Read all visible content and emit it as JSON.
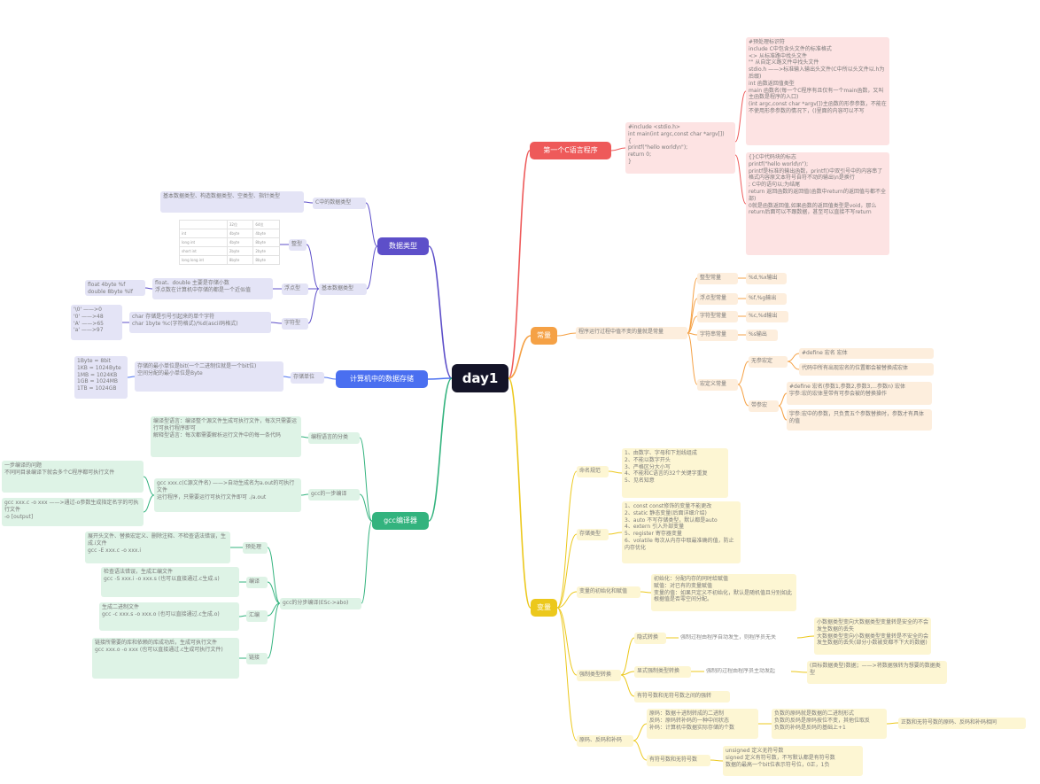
{
  "center": "day1",
  "colors": {
    "red": "#ee5a5a",
    "orange": "#f5a145",
    "yellow": "#ecc81c",
    "purple": "#5d4fc9",
    "blue": "#4a6ff0",
    "green": "#33b37e",
    "center_bg": "#141428"
  },
  "branches": {
    "first_program": "第一个C语言程序",
    "constants": "常量",
    "variables": "变量",
    "data_types": "数据类型",
    "storage": "计算机中的数据存储",
    "gcc": "gcc编译器"
  },
  "first_program": {
    "code": "#include <stdio.h>\nint main(int argc,const char *argv[])\n{\n    printf(\"hello world\\n\");\n    return 0;\n}",
    "note1": "#预处理标识符\ninclude C中包含头文件的标准格式\n<> 从标准路中找头文件\n\"\" 从自定义路文件中找头文件\nstdio.h ——>标准输入输出头文件(C中所以头文件以.h为后缀)\nint 函数返回值类型\nmain 函数名(每一个C程序有且仅有一个main函数，又叫主函数是程序的入口)\n(int argc,const char *argv[])主函数的形参参数，不能在不使用形参参数的情况下，()里面的内容可以不写",
    "note2": "{}C中代码块的标志\nprintf(\"hello world\\n\");\nprintf是标准的输出函数，printf()中双引号中的内容串了格式内容原文本符号自符不动的输出\\n是换行\n; C中的语句以;为结尾\nreturn 返回函数的返回值(函数中return的返回值与都不全部)\n0就是函数返回值,如果函数的返回值类型是void，那么return后面可以不跟数据，甚至可以直接不写return"
  },
  "constants": {
    "definition": "程序运行过程中值不变的量就是常量",
    "items": [
      {
        "label": "整型常量",
        "value": "%d,%x输出"
      },
      {
        "label": "浮点型常量",
        "value": "%f,%g输出"
      },
      {
        "label": "字符型常量",
        "value": "%c,%d输出"
      },
      {
        "label": "字符串常量",
        "value": "%s输出"
      }
    ],
    "macro": {
      "label": "宏定义常量",
      "no_param": {
        "label": "无参宏定",
        "def": "#define 宏名 宏体",
        "desc": "代码中所有出现宏名的位置都会被替换成宏体"
      },
      "with_param": {
        "label": "带参宏",
        "def": "#define 宏名(参数1,参数2,参数3,...参数n)  宏体\n宇参:宏的宏体里带有可参会被的替换操作",
        "desc": "宇参:宏中的参数，只负责五个参数替换时，参数才有具体的值"
      }
    }
  },
  "variables": {
    "naming": {
      "label": "命名规范",
      "text": "1、由数字、字母和下划线组成\n2、不能以数字开头\n3、严格区分大小写\n4、不能和C语言的32个关键字重复\n5、见名知意"
    },
    "storage_class": {
      "label": "存储类型",
      "text": "1、const     const修饰的变量不能更改\n2、static    静态变量(后面详细介绍)\n3、auto       不写存储类型，默认都是auto\n4、extern      引入外部变量\n5、register    寄存器变量\n6、volatile   每次从内存中取最准确的值，防止内存优化"
    },
    "init": {
      "label": "变量的初始化和赋值",
      "text": "初始化：分配内存的同时给赋值\n赋值：对已有的变量赋值\n变量的值：如果只定义不初始化，默认是随机值且分别如此根据值是否零空间分配。"
    },
    "conversion": {
      "label": "强制类型转换",
      "implicit": {
        "label": "隐式转换",
        "desc": "强制过程由程序自动发生，则程序员无关",
        "note": "小数据类型变向大数据类型变量转是安全的不会发生数据的丢失\n大数据类型变向小数据类型变量转是不安全的会发生数据的丢失(部分小数被变都不下大的数据)"
      },
      "explicit": {
        "label": "显式强制类型转换",
        "desc": "强制的过程由程序员主动发起",
        "note": "(目标数据类型)数据；——>将数据强转为想要的数据类型"
      },
      "signed": "有符号数和无符号数之间的强转"
    },
    "codes": {
      "label": "原码、反码和补码",
      "text": "原码：数据十进制转成的二进制\n反码：原码转补码的一种中间状态\n补码：计算机中数据实际存储的个数",
      "note": "负数的原码就是数据的二进制形式\n负数的反码是原码按位不变，其他位取反\n负数的补码是反码的基础上+1",
      "sub": "正数和无符号数的原码、反码和补码相同",
      "signed_label": "有符号数和无符号数",
      "signed_text": "unsigned 定义无符号数\nsigned 定义有符号数，不写默认都是有符号数\n数据的最高一个bit位表示符号位，0正，1负"
    }
  },
  "data_types": {
    "c_types": {
      "label": "C中的数据类型",
      "text": "基本数据类型、构造数据类型、空类型、指针类型"
    },
    "basic": {
      "label": "基本数据类型",
      "integer": {
        "label": "整型",
        "table": [
          [
            "",
            "32位",
            "64位"
          ],
          [
            "int",
            "4byte",
            "4byte"
          ],
          [
            "long int",
            "4byte",
            "8byte"
          ],
          [
            "short int",
            "2byte",
            "2byte"
          ],
          [
            "long long int",
            "8byte",
            "8byte"
          ]
        ]
      },
      "float": {
        "label": "浮点型",
        "text": "float、double 主要是存储小数\n浮点数在计算机中存储的都是一个近似值",
        "side": "float  4byte  %f\ndouble  8byte  %lf"
      },
      "char": {
        "label": "字符型",
        "text": "char  存储是引号引起来的单个字符\nchar     1byte     %c(字符格式)/%d(ascii码格式)",
        "side": "'\\0'   ——>0\n'0'   ——>48\n'A'   ——>65\n'a'   ——>97"
      }
    }
  },
  "storage": {
    "label": "存储单位",
    "text": "存储的最小单位是bit(一个二进制位就是一个bit位)\n空间分配的最小单位是Byte",
    "units": "1Byte = 8bit\n1KB = 1024Byte\n1MB = 1024KB\n1GB = 1024MB\n1TB = 1024GB"
  },
  "gcc": {
    "classes": {
      "label": "编程语言的分类",
      "text": "编译型语言：编译整个源文件生成可执行文件，每次只需要运行可执行程序即可\n解释型语言：每次都需要解析运行文件中的每一条代码"
    },
    "one_step": {
      "label": "gcc的一步编译",
      "text": "gcc xxx.c(C源文件名) ——>自动生成名为a.out的可执行文件\n运行程序，只需要运行可执行文件即可 ./a.out",
      "note1": "一步编译的问题\n    不同同目录编译下就会多个C程序都可执行文件",
      "note2": "gcc xxx.c -o xxx  ——>通过-o参数生成指定名字的可执行文件\n-o [output]"
    },
    "four_step": {
      "label": "gcc的分步编译(ESc->abo)",
      "pre": {
        "label": "预处理",
        "text": "展开头文件、替换宏定义、删除注释、不检查语法错误，生成.i文件\ngcc  -E  xxx.c  -o  xxx.i"
      },
      "compile": {
        "label": "编译",
        "text": "检查语法错误，生成汇编文件\ngcc  -S  xxx.i  -o  xxx.s  (也可以直接通过.c生成.s)"
      },
      "asm": {
        "label": "汇编",
        "text": "生成二进制文件\ngcc  -c  xxx.s  -o  xxx.o  (也可以直接通过.c生成.o)"
      },
      "link": {
        "label": "链接",
        "text": "链接所需要的库和依赖的库成功后，生成可执行文件\ngcc  xxx.o  -o  xxx  (也可以直接通过.c生成可执行文件)"
      }
    }
  }
}
